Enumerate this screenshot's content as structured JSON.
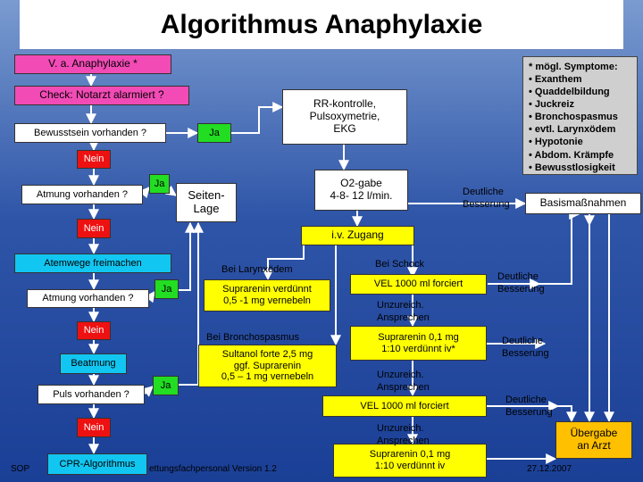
{
  "title": "Algorithmus Anaphylaxie",
  "nodes": {
    "va": "V. a. Anaphylaxie *",
    "check": "Check: Notarzt alarmiert ?",
    "bewusst": "Bewusstsein vorhanden ?",
    "ja1": "Ja",
    "nein1": "Nein",
    "atmung1": "Atmung vorhanden ?",
    "ja2": "Ja",
    "seitenlage": "Seiten-\nLage",
    "nein2": "Nein",
    "atemwege": "Atemwege freimachen",
    "atmung2": "Atmung vorhanden ?",
    "ja3": "Ja",
    "nein3": "Nein",
    "beatmung": "Beatmung",
    "puls": "Puls vorhanden ?",
    "ja4": "Ja",
    "nein4": "Nein",
    "cpr": "CPR-Algorithmus",
    "rr": "RR-kontrolle,\nPulsoxymetrie,\nEKG",
    "o2": "O2-gabe\n4-8- 12 l/min.",
    "basis": "Basismaßnahmen",
    "zugang": "i.v. Zugang",
    "sup_vern1": "Suprarenin verdünnt\n0,5 -1 mg vernebeln",
    "sultanol": "Sultanol forte 2,5 mg\nggf. Suprarenin\n0,5 – 1 mg vernebeln",
    "vel1": "VEL 1000 ml forciert",
    "sup_iv1": "Suprarenin 0,1 mg\n1:10 verdünnt iv*",
    "vel2": "VEL 1000 ml forciert",
    "sup_iv2": "Suprarenin 0,1 mg\n1:10 verdünnt iv",
    "uebergabe": "Übergabe\nan Arzt"
  },
  "labels": {
    "deutliche1": "Deutliche\nBesserung",
    "larynx": "Bei Larynxödem",
    "schock": "Bei Schock",
    "deutliche2": "Deutliche\nBesserung",
    "unzu1": "Unzureich.\nAnsprechen",
    "broncho": "Bei Bronchospasmus",
    "deutliche3": "Deutliche\nBesserung",
    "unzu2": "Unzureich.\nAnsprechen",
    "deutliche4": "Deutliche\nBesserung",
    "unzu3": "Unzureich.\nAnsprechen"
  },
  "symptoms": {
    "heading": "* mögl. Symptome:",
    "items": [
      "Exanthem",
      "Quaddelbildung",
      "Juckreiz",
      "Bronchospasmus",
      "evtl. Larynxödem",
      "Hypotonie",
      "Abdom. Krämpfe",
      "Bewusstlosigkeit"
    ]
  },
  "footer": {
    "left": "SOP",
    "mid": "ettungsfachpersonal Version 1.2",
    "date": "27.12.2007"
  },
  "colors": {
    "pink": "#f24bb6",
    "green": "#22dd22",
    "red": "#ee1111",
    "cyan": "#12c6f2",
    "yellow": "#ffff00",
    "orange": "#ffc000",
    "grey": "#c8c8c8"
  }
}
